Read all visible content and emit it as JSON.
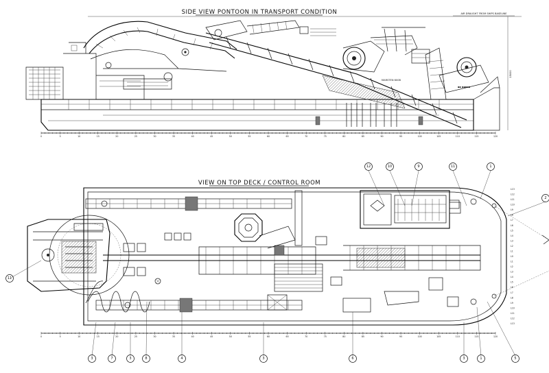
{
  "side_view": {
    "title": "SIDE VIEW PONTOON IN TRANSPORT CONDITION",
    "note": "AIR DRAUGHT FROM SHIPS BASELINE",
    "height_label": "15000",
    "hull_label": "MARSTEN 600B",
    "scale_labels": [
      "0",
      "5",
      "10",
      "15",
      "20",
      "25",
      "30",
      "35",
      "40",
      "45",
      "50",
      "55",
      "60",
      "65",
      "70",
      "75",
      "80",
      "85",
      "90",
      "95",
      "100",
      "105",
      "110",
      "115",
      "120"
    ]
  },
  "top_view": {
    "title": "VIEW ON TOP DECK / CONTROL ROOM",
    "scale_labels": [
      "0",
      "5",
      "10",
      "15",
      "20",
      "25",
      "30",
      "35",
      "40",
      "45",
      "50",
      "55",
      "60",
      "65",
      "70",
      "75",
      "80",
      "85",
      "90",
      "95",
      "100",
      "105",
      "110",
      "115",
      "120"
    ],
    "side_labels": [
      "L13",
      "L12",
      "L11",
      "L10",
      "L9",
      "L8",
      "L7",
      "L6",
      "L5",
      "L4",
      "L3",
      "L2",
      "L1",
      "L0",
      "L1",
      "L2",
      "L3",
      "L4",
      "L5",
      "L6",
      "L7",
      "L8",
      "L9",
      "L10",
      "L11",
      "L12",
      "L13"
    ],
    "callouts_top": [
      "12",
      "10",
      "9",
      "11",
      "1",
      "2"
    ],
    "callouts_left": [
      "11"
    ],
    "callouts_bottom": [
      "3",
      "7",
      "3",
      "8",
      "4",
      "3",
      "6",
      "3",
      "1",
      "5"
    ]
  }
}
